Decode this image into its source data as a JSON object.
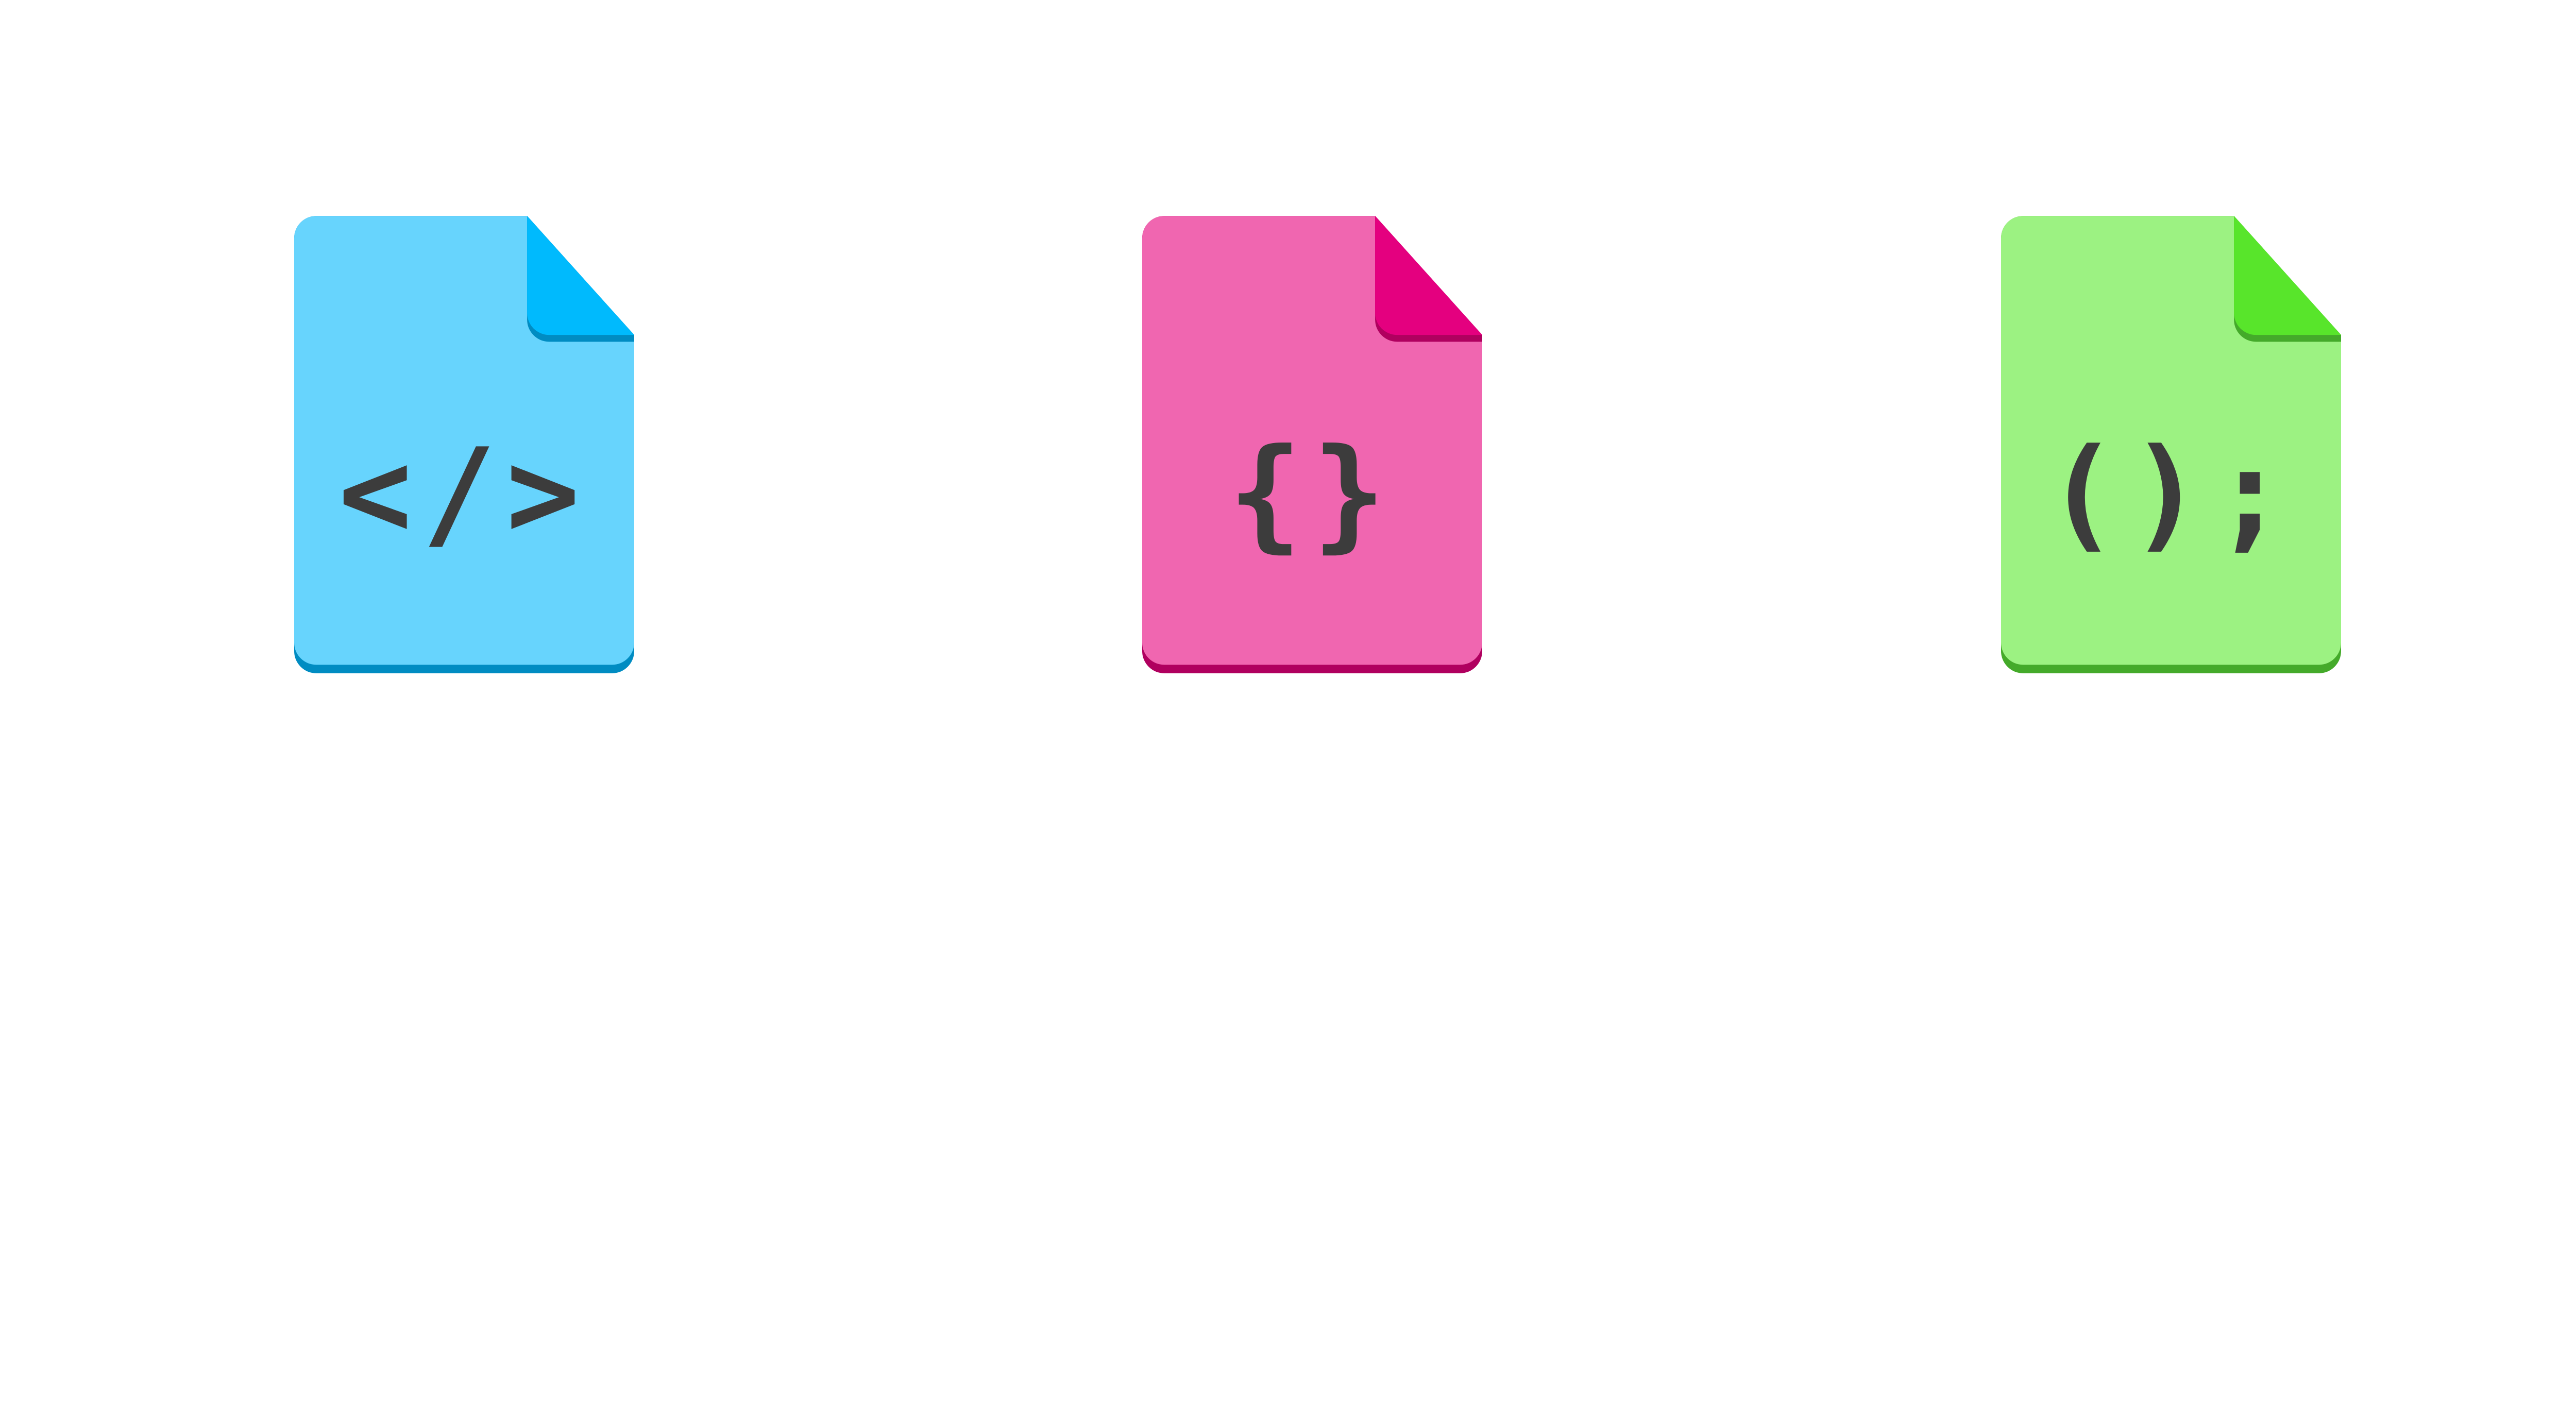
{
  "files": [
    {
      "name": "html",
      "glyph": "</>",
      "colors": {
        "body": "#67D4FD",
        "fold": "#00BAFD",
        "shade": "#008CC2"
      }
    },
    {
      "name": "json",
      "glyph": "{}",
      "colors": {
        "body": "#F066B0",
        "fold": "#E4007F",
        "shade": "#B0005F"
      }
    },
    {
      "name": "code",
      "glyph": "();",
      "colors": {
        "body": "#9CF282",
        "fold": "#58E52B",
        "shade": "#44AA2A"
      }
    }
  ],
  "text_color": "#3C3C3C"
}
